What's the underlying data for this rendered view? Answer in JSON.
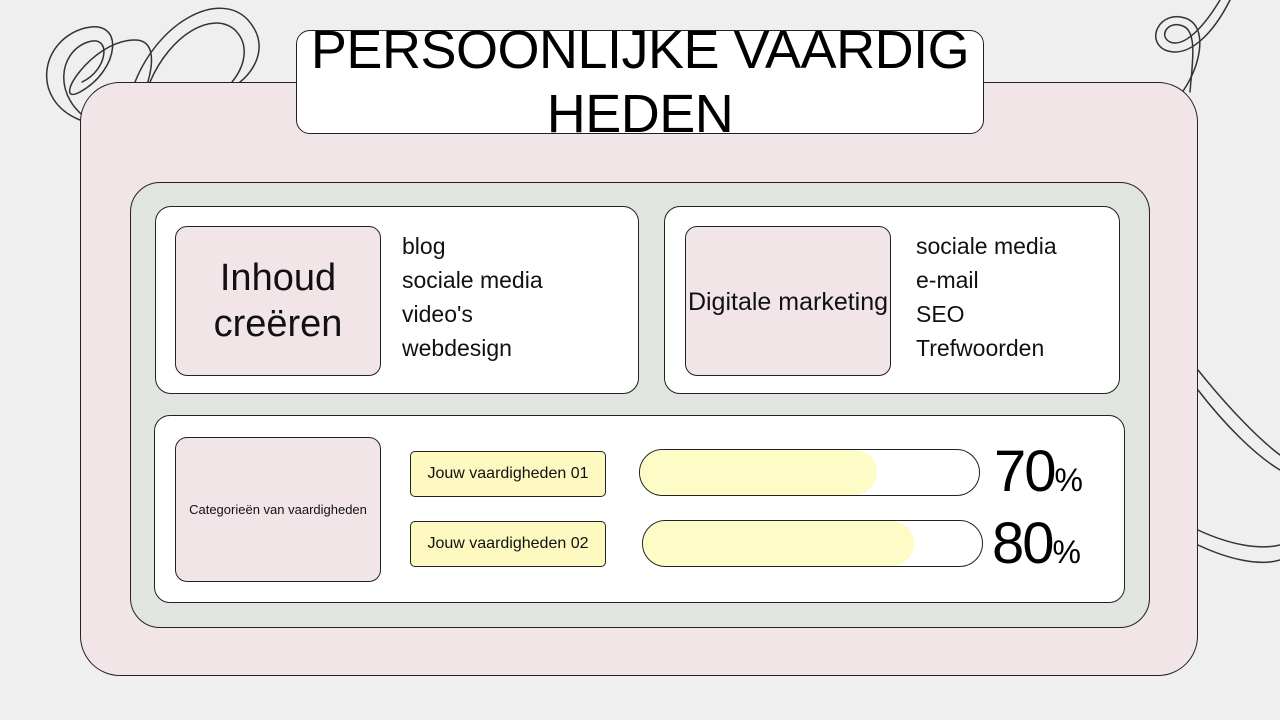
{
  "title": "PERSOONLIJKE VAARDIGHEDEN",
  "colors": {
    "background": "#efefef",
    "outer_card": "#f1e5e8",
    "inner_panel": "#e1e5e0",
    "card": "#ffffff",
    "accent_pink": "#f1e5e8",
    "accent_yellow": "#fdf9c0",
    "bar_fill": "#fdfbc6",
    "outline": "#222222"
  },
  "decorations": [
    "loop-squiggle",
    "loop-squiggle",
    "ribbon-curve"
  ],
  "cards": [
    {
      "heading": "Inhoud creëren",
      "items": [
        "blog",
        "sociale media",
        "video's",
        "webdesign"
      ]
    },
    {
      "heading": "Digitale marketing",
      "items": [
        "sociale media",
        "e-mail",
        "SEO",
        "Trefwoorden"
      ]
    }
  ],
  "skills": {
    "category_label": "Categorieën van vaardigheden",
    "bars": [
      {
        "label": "Jouw vaardigheden 01",
        "value": 70,
        "unit": "%",
        "fraction": 0.7
      },
      {
        "label": "Jouw vaardigheden 02",
        "value": 80,
        "unit": "%",
        "fraction": 0.8
      }
    ]
  }
}
